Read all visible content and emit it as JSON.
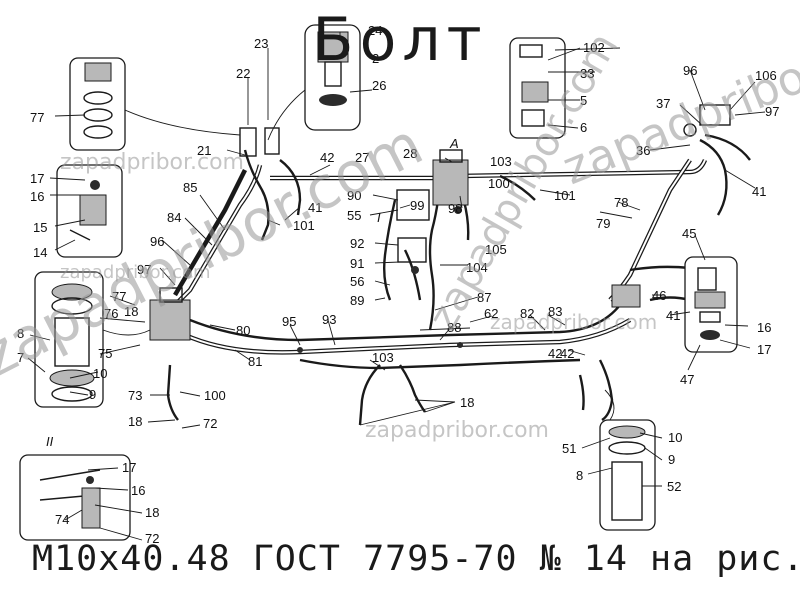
{
  "title": "Болт",
  "subtitle": "М10х40.48 ГОСТ 7795-70 № 14 на рис.",
  "watermarks": [
    "zapadpribor.com",
    "zapadpribor.com",
    "zapadpribor.com",
    "zapadpribor.com",
    "zapadpribor.com",
    "zapadpribor.com",
    "zapadpribor.com"
  ],
  "section_marks": [
    "А",
    "I",
    "II"
  ],
  "callouts": [
    "24",
    "23",
    "22",
    "2",
    "26",
    "21",
    "42",
    "27",
    "28",
    "103",
    "100",
    "102",
    "33",
    "5",
    "6",
    "96",
    "106",
    "37",
    "97",
    "36",
    "41",
    "77",
    "17",
    "16",
    "15",
    "14",
    "85",
    "84",
    "96",
    "97",
    "41",
    "101",
    "90",
    "55",
    "99",
    "98",
    "101",
    "92",
    "91",
    "56",
    "89",
    "104",
    "105",
    "87",
    "62",
    "82",
    "83",
    "42",
    "79",
    "78",
    "45",
    "46",
    "41",
    "16",
    "17",
    "47",
    "77",
    "8",
    "76",
    "18",
    "7",
    "75",
    "10",
    "9",
    "73",
    "100",
    "18",
    "72",
    "80",
    "81",
    "95",
    "93",
    "88",
    "103",
    "18",
    "42",
    "10",
    "9",
    "51",
    "8",
    "52",
    "17",
    "16",
    "74",
    "18",
    "72"
  ]
}
